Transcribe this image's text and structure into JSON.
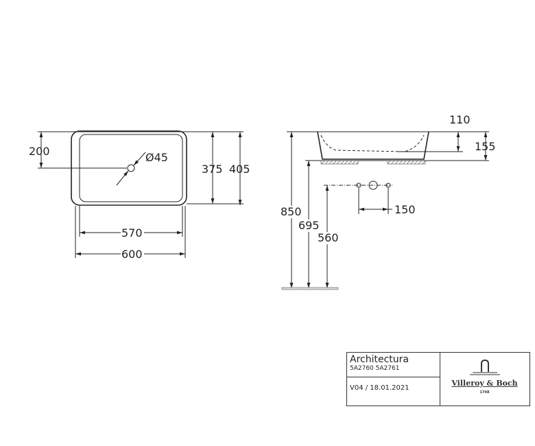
{
  "drawing": {
    "top_view": {
      "dim_200": "200",
      "dim_375": "375",
      "dim_405": "405",
      "dim_570": "570",
      "dim_600": "600",
      "dim_drain": "Ø45"
    },
    "side_view": {
      "dim_110": "110",
      "dim_155": "155",
      "dim_850": "850",
      "dim_695": "695",
      "dim_560": "560",
      "dim_150": "150"
    }
  },
  "title_block": {
    "product": "Architectura",
    "codes": "5A2760 5A2761",
    "version": "V04 / 18.01.2021",
    "brand": "Villeroy & Boch",
    "brand_year": "1748"
  }
}
